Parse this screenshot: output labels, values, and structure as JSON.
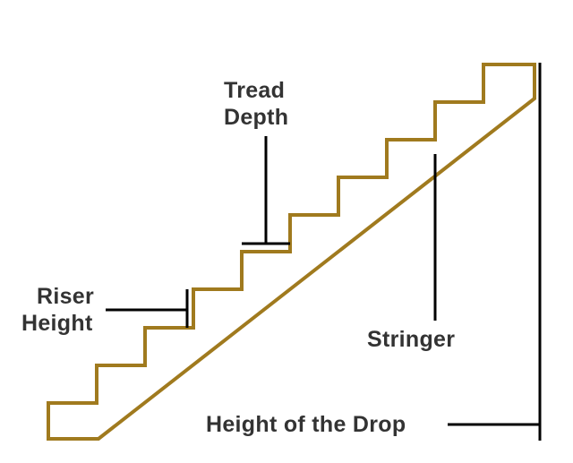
{
  "labels": {
    "tread_depth": [
      "Tread",
      "Depth"
    ],
    "riser_height": [
      "Riser",
      "Height"
    ],
    "stringer": "Stringer",
    "height_of_drop": "Height of the Drop"
  },
  "colors": {
    "stair_outline": "#a07a1e",
    "pointer_lines": "#000000",
    "label_text": "#333333",
    "background": "#ffffff"
  }
}
